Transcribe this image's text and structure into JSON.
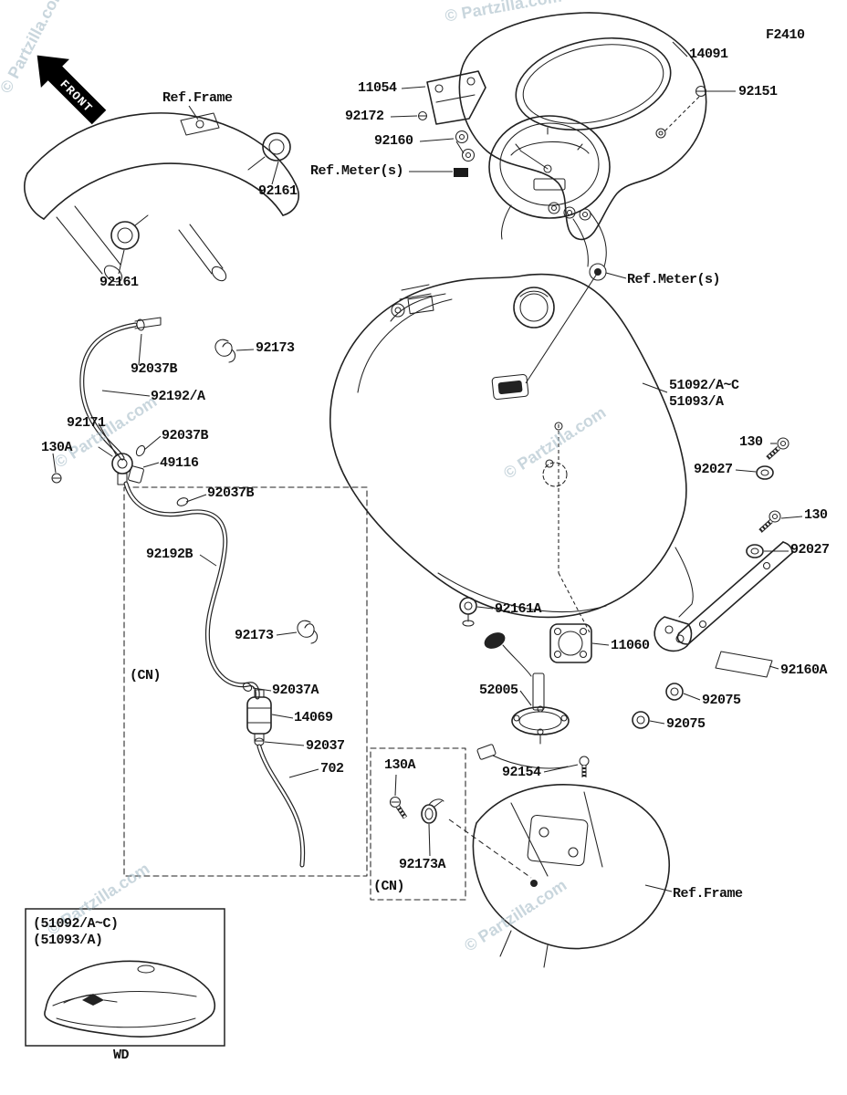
{
  "page": {
    "diagram_code": "F2410",
    "front_label": "FRONT",
    "watermark_text": "© Partzilla.com"
  },
  "colors": {
    "line": "#222222",
    "watermark": "#9db6c2",
    "badge": "#000000"
  },
  "parts": {
    "labels": [
      {
        "ref": "14091",
        "text": "14091"
      },
      {
        "ref": "92151",
        "text": "92151"
      },
      {
        "ref": "11054",
        "text": "11054"
      },
      {
        "ref": "92172",
        "text": "92172"
      },
      {
        "ref": "92160",
        "text": "92160"
      },
      {
        "ref": "ref-meters-left",
        "text": "Ref.Meter(s)"
      },
      {
        "ref": "ref-frame-top",
        "text": "Ref.Frame"
      },
      {
        "ref": "92161-right",
        "text": "92161"
      },
      {
        "ref": "92161-left",
        "text": "92161"
      },
      {
        "ref": "ref-meters-right",
        "text": "Ref.Meter(s)"
      },
      {
        "ref": "92173-top",
        "text": "92173"
      },
      {
        "ref": "92037B-1",
        "text": "92037B"
      },
      {
        "ref": "92192A",
        "text": "92192/A"
      },
      {
        "ref": "92171",
        "text": "92171"
      },
      {
        "ref": "92037B-2",
        "text": "92037B"
      },
      {
        "ref": "130A-left",
        "text": "130A"
      },
      {
        "ref": "49116",
        "text": "49116"
      },
      {
        "ref": "92037B-3",
        "text": "92037B"
      },
      {
        "ref": "51092",
        "text": "51092/A~C"
      },
      {
        "ref": "51093",
        "text": "51093/A"
      },
      {
        "ref": "130-top",
        "text": "130"
      },
      {
        "ref": "92027-top",
        "text": "92027"
      },
      {
        "ref": "130-2",
        "text": "130"
      },
      {
        "ref": "92027-2",
        "text": "92027"
      },
      {
        "ref": "92192B",
        "text": "92192B"
      },
      {
        "ref": "92173-2",
        "text": "92173"
      },
      {
        "ref": "cn-left",
        "text": "(CN)"
      },
      {
        "ref": "92037A",
        "text": "92037A"
      },
      {
        "ref": "14069",
        "text": "14069"
      },
      {
        "ref": "92037",
        "text": "92037"
      },
      {
        "ref": "702",
        "text": "702"
      },
      {
        "ref": "92161A",
        "text": "92161A"
      },
      {
        "ref": "11060",
        "text": "11060"
      },
      {
        "ref": "52005",
        "text": "52005"
      },
      {
        "ref": "92160A",
        "text": "92160A"
      },
      {
        "ref": "92075-1",
        "text": "92075"
      },
      {
        "ref": "92075-2",
        "text": "92075"
      },
      {
        "ref": "92154",
        "text": "92154"
      },
      {
        "ref": "130A-box",
        "text": "130A"
      },
      {
        "ref": "92173A",
        "text": "92173A"
      },
      {
        "ref": "cn-bottom",
        "text": "(CN)"
      },
      {
        "ref": "ref-frame-bottom",
        "text": "Ref.Frame"
      }
    ]
  },
  "inset": {
    "line1": "(51092/A~C)",
    "line2": "(51093/A)",
    "caption": "WD"
  }
}
